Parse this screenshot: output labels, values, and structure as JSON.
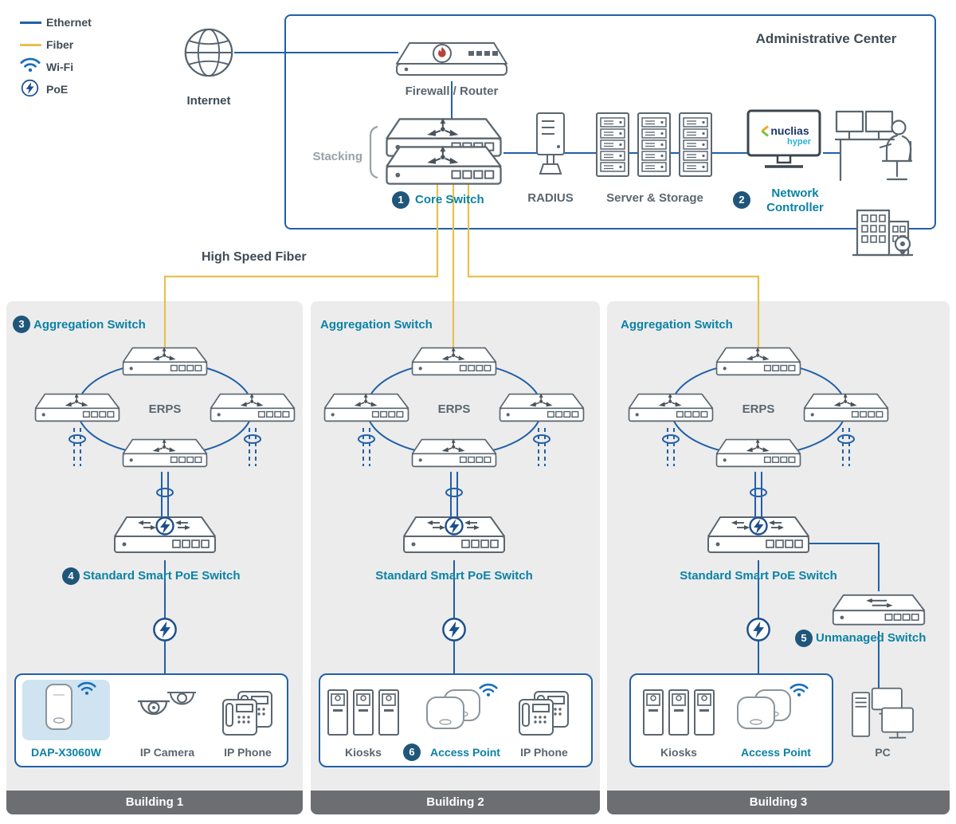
{
  "legend": {
    "items": [
      {
        "label": "Ethernet"
      },
      {
        "label": "Fiber"
      },
      {
        "label": "Wi-Fi"
      },
      {
        "label": "PoE"
      }
    ]
  },
  "internet": {
    "label": "Internet"
  },
  "admin": {
    "title": "Administrative Center",
    "firewall_label": "Firewall / Router",
    "stacking_label": "Stacking",
    "core_switch_badge": "1",
    "core_switch_label": "Core Switch",
    "radius_label": "RADIUS",
    "server_storage_label": "Server & Storage",
    "controller_badge": "2",
    "controller_label": "Network Controller",
    "nuclias_brand": "nuclias",
    "nuclias_sub": "hyper"
  },
  "fiber_label": "High Speed Fiber",
  "buildings": [
    {
      "name": "Building 1",
      "agg_badge": "3",
      "agg_label": "Aggregation Switch",
      "erps_label": "ERPS",
      "poe_badge": "4",
      "poe_label": "Standard Smart PoE Switch",
      "device1": "DAP-X3060W",
      "device2": "IP Camera",
      "device3": "IP Phone"
    },
    {
      "name": "Building 2",
      "agg_label": "Aggregation Switch",
      "erps_label": "ERPS",
      "poe_label": "Standard Smart PoE Switch",
      "device1": "Kiosks",
      "ap_badge": "6",
      "device2": "Access Point",
      "device3": "IP Phone"
    },
    {
      "name": "Building 3",
      "agg_label": "Aggregation Switch",
      "erps_label": "ERPS",
      "poe_label": "Standard Smart PoE Switch",
      "unmanaged_badge": "5",
      "unmanaged_label": "Unmanaged Switch",
      "device1": "Kiosks",
      "device2": "Access Point",
      "device3": "PC"
    }
  ],
  "colors": {
    "ethernet": "#2160a8",
    "fiber": "#e7c150",
    "teal": "#0b82a6",
    "badge": "#1f567a",
    "building_bg": "#ececec",
    "building_footer": "#6d6e71",
    "highlight": "#cfe4f0"
  },
  "icons": {
    "internet": "globe",
    "firewall": "flame-appliance",
    "switch": "switch-3d-routing",
    "poe_switch": "switch-poe-bolt",
    "unmanaged_switch": "switch-double-arrow",
    "radius": "tower-server",
    "storage": "server-rack",
    "controller": "monitor-nuclias",
    "operator": "person-at-desk",
    "building": "building-with-pin",
    "wifi": "wifi-arcs",
    "poe": "lightning-circle",
    "access_point": "ap-discs",
    "camera": "dome-camera",
    "phone": "desk-phone",
    "kiosk": "kiosk-terminal",
    "pc": "desktop-computers",
    "dap": "wall-ap-unit"
  }
}
